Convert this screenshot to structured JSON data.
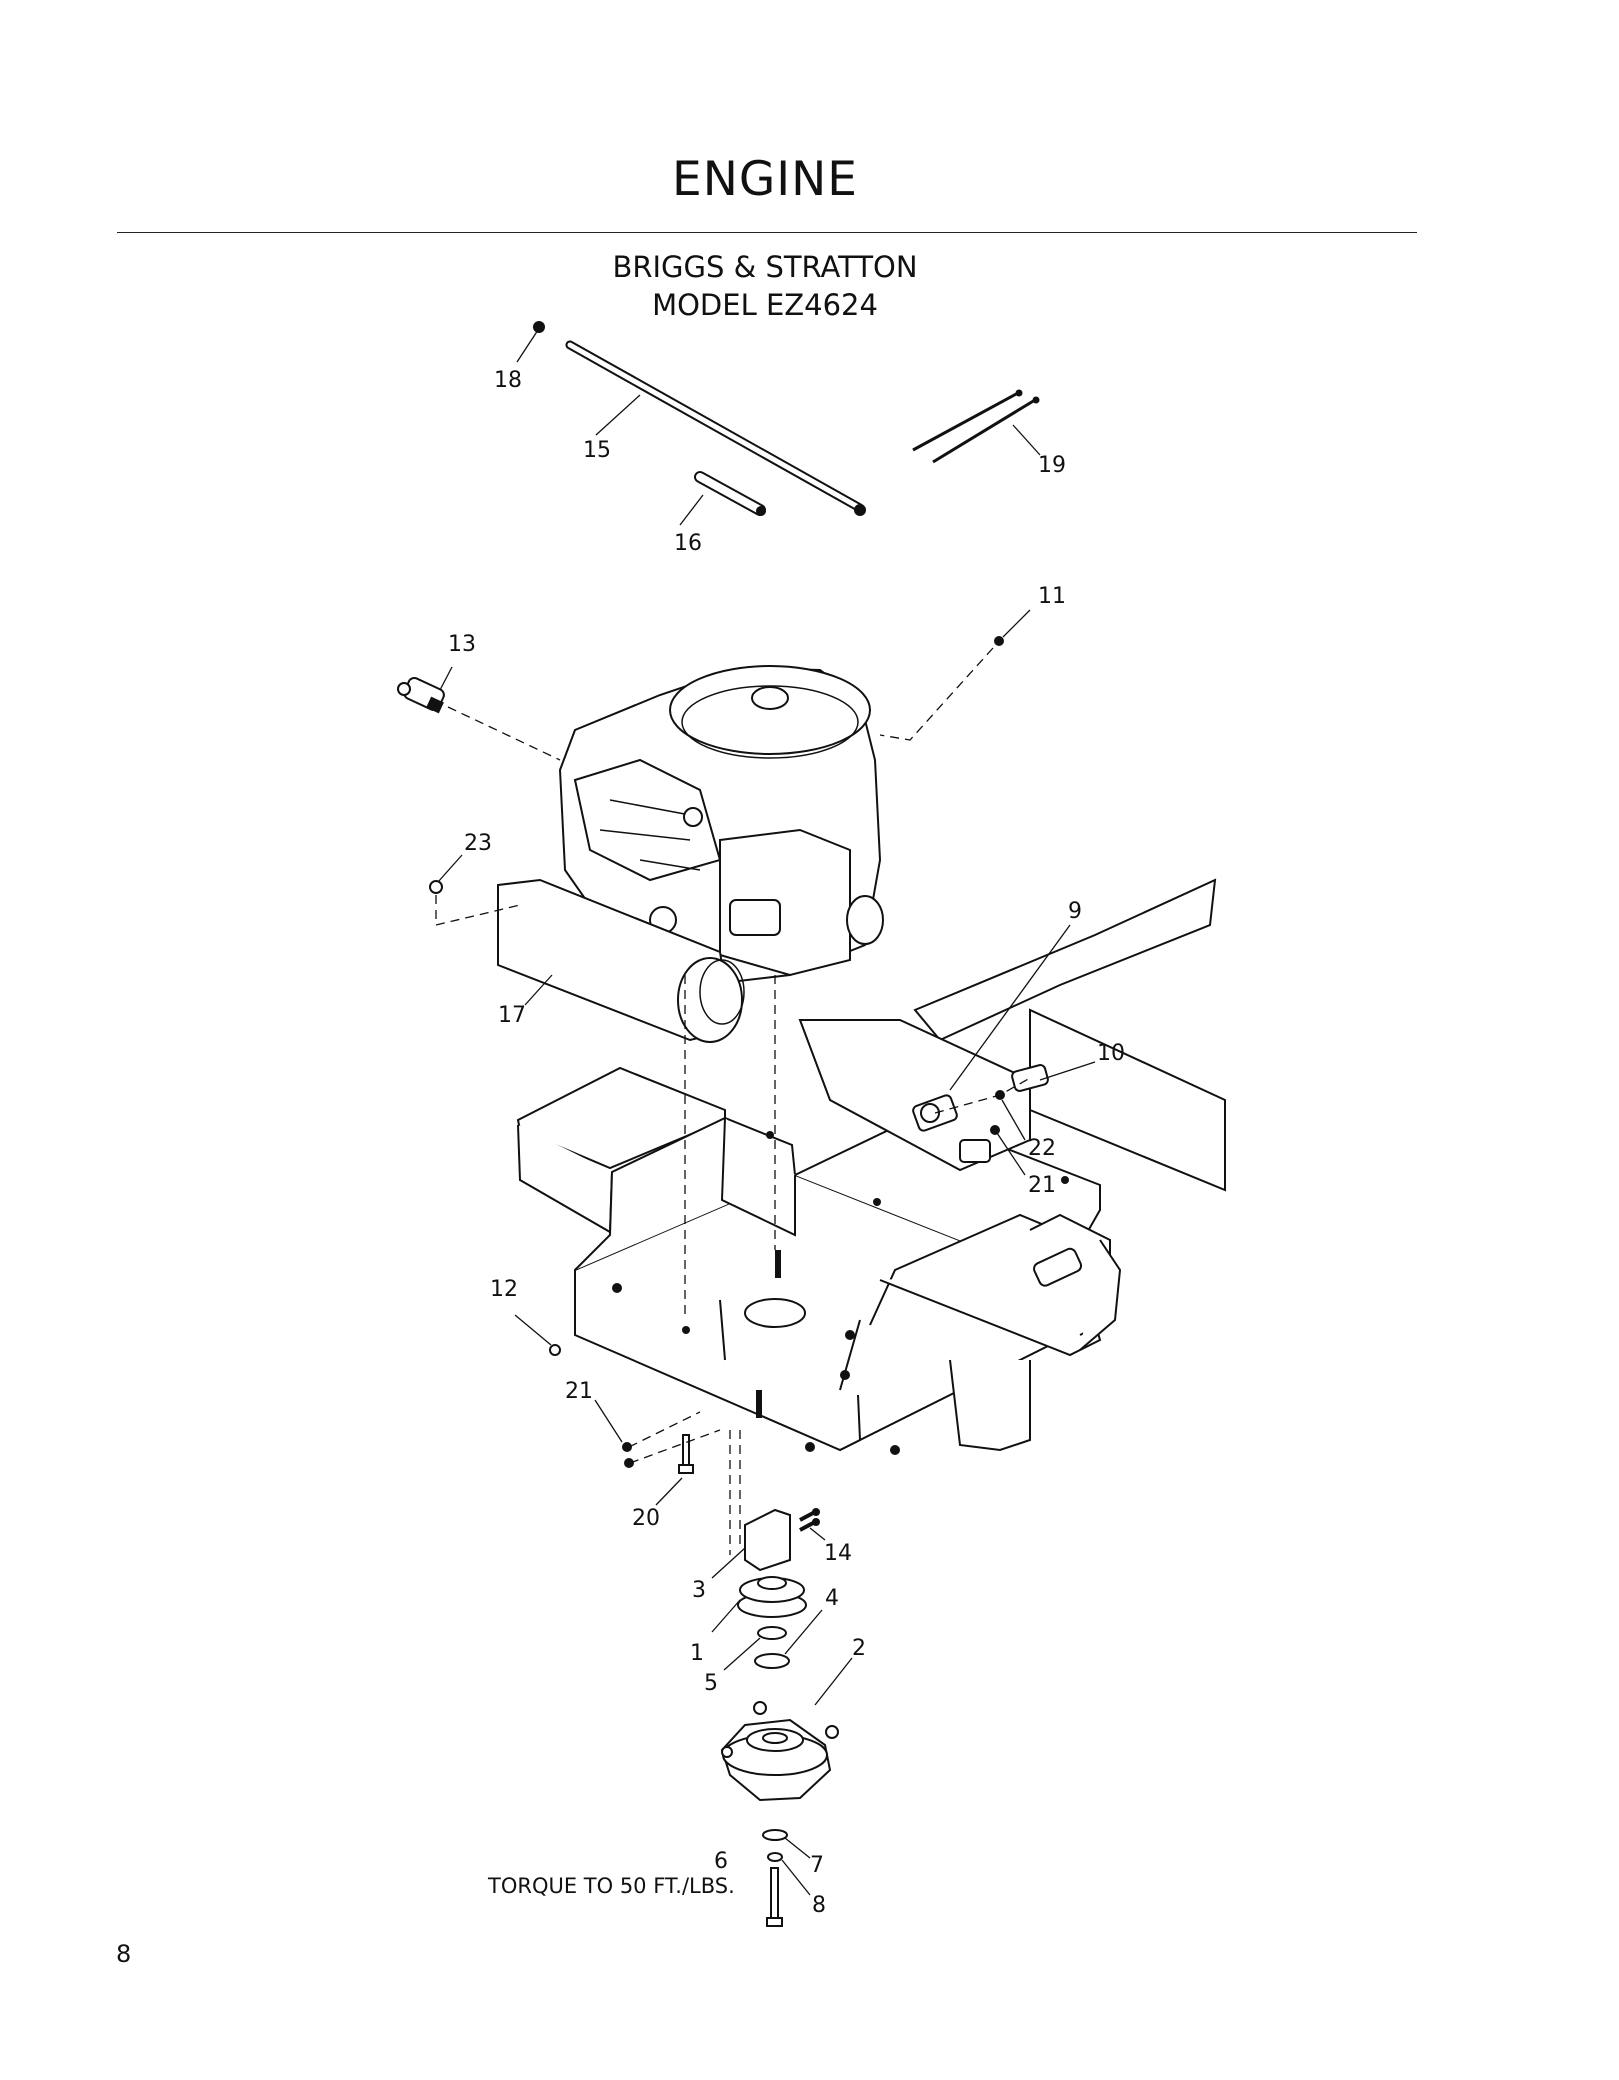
{
  "header": {
    "title": "ENGINE",
    "subtitle_line1": "BRIGGS & STRATTON",
    "subtitle_line2": "MODEL EZ4624"
  },
  "callouts": [
    "1",
    "2",
    "3",
    "4",
    "5",
    "6",
    "7",
    "8",
    "9",
    "10",
    "11",
    "12",
    "13",
    "14",
    "15",
    "16",
    "17",
    "18",
    "19",
    "20",
    "21",
    "21",
    "22",
    "23"
  ],
  "torque_note": "TORQUE TO 50 FT./LBS.",
  "page_number": "8"
}
